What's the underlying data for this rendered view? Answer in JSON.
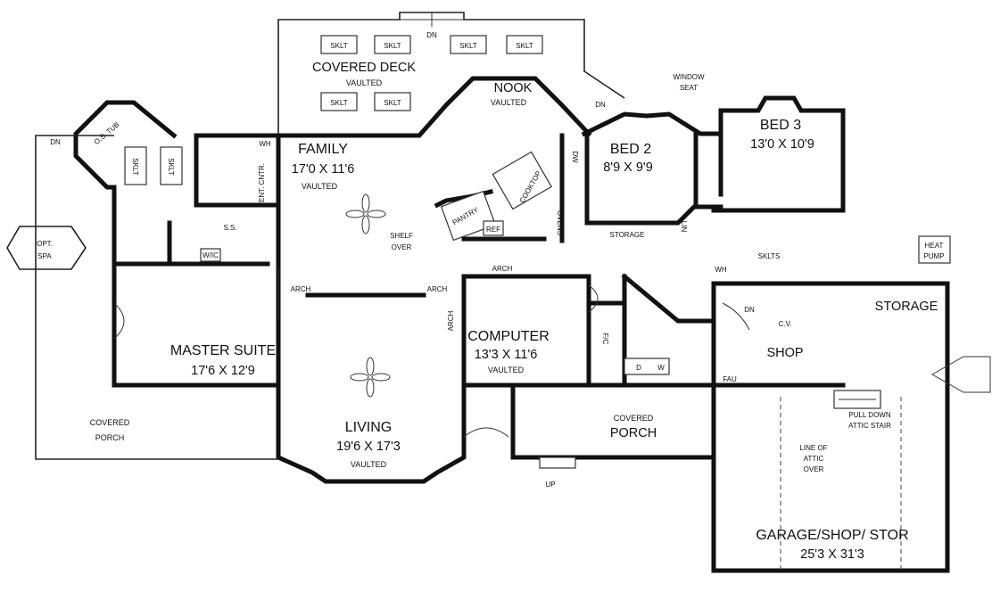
{
  "rooms": {
    "covered_deck": {
      "name": "COVERED DECK",
      "note": "VAULTED"
    },
    "family": {
      "name": "FAMILY",
      "size": "17'0 X 11'6",
      "note": "VAULTED"
    },
    "nook": {
      "name": "NOOK",
      "note": "VAULTED"
    },
    "bed2": {
      "name": "BED 2",
      "size": "8'9 X 9'9"
    },
    "bed3": {
      "name": "BED 3",
      "size": "13'0 X 10'9"
    },
    "master_suite": {
      "name": "MASTER SUITE",
      "size": "17'6 X 12'9"
    },
    "computer": {
      "name": "COMPUTER",
      "size": "13'3 X 11'6",
      "note": "VAULTED"
    },
    "living": {
      "name": "LIVING",
      "size": "19'6 X 17'3",
      "note": "VAULTED"
    },
    "shop": {
      "name": "SHOP"
    },
    "storage": {
      "name": "STORAGE"
    },
    "garage": {
      "name": "GARAGE/SHOP/ STOR",
      "size": "25'3 X 31'3"
    },
    "porch_left": {
      "line1": "COVERED",
      "line2": "PORCH"
    },
    "porch_center": {
      "line1": "COVERED",
      "line2": "PORCH"
    }
  },
  "labels": {
    "sklt": "SKLT",
    "dn": "DN",
    "up": "UP",
    "arch": "ARCH",
    "window_seat_1": "WINDOW",
    "window_seat_2": "SEAT",
    "opt_spa_1": "OPT.",
    "opt_spa_2": "SPA",
    "os_tub": "O.S. TUB",
    "wh": "WH",
    "ent_cntr": "ENT. CNTR.",
    "ss": "S.S.",
    "wic": "W/IC",
    "shelf_over_1": "SHELF",
    "shelf_over_2": "OVER",
    "pantry": "PANTRY",
    "ref": "REF",
    "cooktop": "COOKTOP",
    "ovens": "OVENS",
    "dw": "DW",
    "storage_small": "STORAGE",
    "lin": "LIN",
    "skl_ts": "SKLTS",
    "heat_pump_1": "HEAT",
    "heat_pump_2": "PUMP",
    "fic": "F/C",
    "d": "D",
    "w": "W",
    "cv": "C.V.",
    "fau": "FAU",
    "pull_down_1": "PULL DOWN",
    "pull_down_2": "ATTIC STAIR",
    "line_attic_1": "LINE OF",
    "line_attic_2": "ATTIC",
    "line_attic_3": "OVER",
    "wh2": "WH"
  }
}
